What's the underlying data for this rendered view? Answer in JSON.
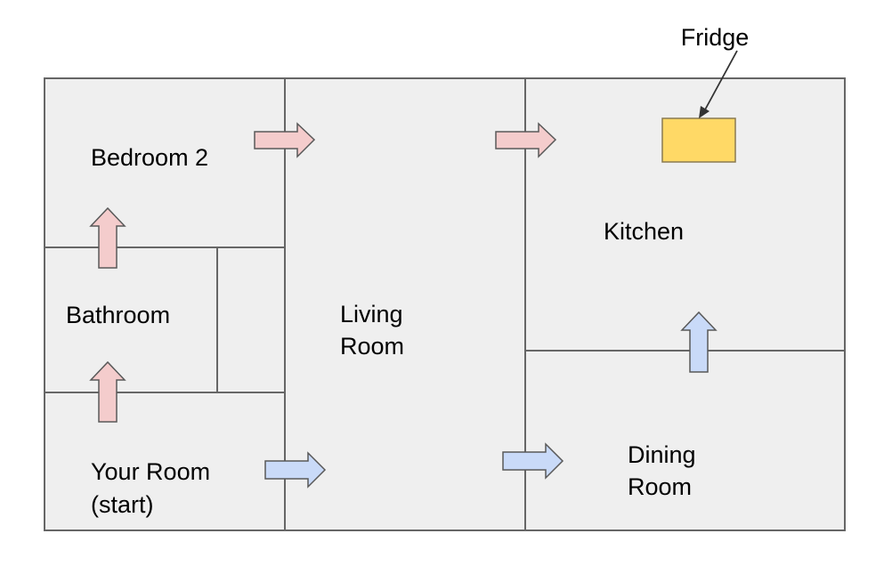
{
  "rooms": {
    "bedroom2": "Bedroom 2",
    "bathroom": "Bathroom",
    "your_room_line1": "Your Room",
    "your_room_line2": "(start)",
    "living_line1": "Living",
    "living_line2": "Room",
    "kitchen": "Kitchen",
    "dining_line1": "Dining",
    "dining_line2": "Room"
  },
  "fridge": {
    "label": "Fridge",
    "color": "#ffd966"
  },
  "arrow_colors": {
    "pink_route": "#f4cccc",
    "blue_route": "#c9daf8"
  }
}
